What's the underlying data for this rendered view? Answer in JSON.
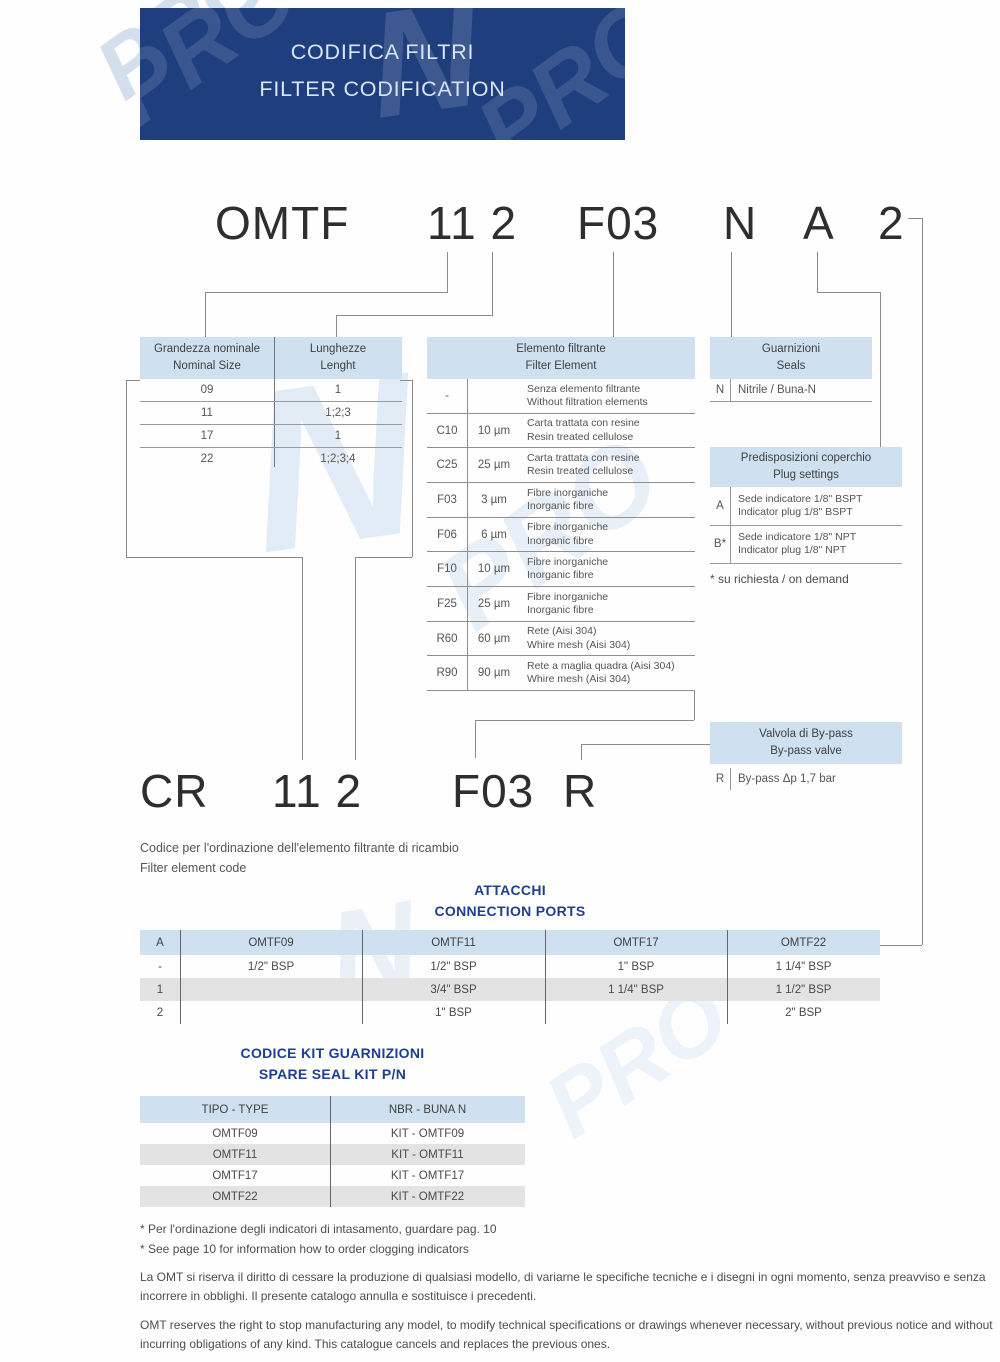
{
  "colors": {
    "navy": "#1e3e7e",
    "table_header_blue": "#cfe1f0",
    "row_gray": "#e3e3e3",
    "accent_blue": "#1d3f8f",
    "line_gray": "#8a8a8a"
  },
  "watermark": {
    "piece1": "PRO",
    "piece2": "N",
    "piece3": "PRO",
    "piece4": "N",
    "piece5": "PRO"
  },
  "banner": {
    "title_it": "CODIFICA FILTRI",
    "title_en": "FILTER CODIFICATION"
  },
  "top_code": {
    "parts": [
      "OMTF",
      "11 2",
      "F03",
      "N",
      "A",
      "2"
    ]
  },
  "size_table": {
    "col1_header_it": "Grandezza nominale",
    "col1_header_en": "Nominal Size",
    "col2_header_it": "Lunghezze",
    "col2_header_en": "Lenght",
    "rows": [
      {
        "size": "09",
        "length": "1"
      },
      {
        "size": "11",
        "length": "1;2;3"
      },
      {
        "size": "17",
        "length": "1"
      },
      {
        "size": "22",
        "length": "1;2;3;4"
      }
    ]
  },
  "element_table": {
    "header_it": "Elemento filtrante",
    "header_en": "Filter Element",
    "rows": [
      {
        "code": "-",
        "micron": "",
        "it": "Senza elemento filtrante",
        "en": "Without filtration elements"
      },
      {
        "code": "C10",
        "micron": "10 µm",
        "it": "Carta trattata con resine",
        "en": "Resin treated cellulose"
      },
      {
        "code": "C25",
        "micron": "25 µm",
        "it": "Carta trattata con resine",
        "en": "Resin treated cellulose"
      },
      {
        "code": "F03",
        "micron": "3 µm",
        "it": "Fibre inorganiche",
        "en": "Inorganic fibre"
      },
      {
        "code": "F06",
        "micron": "6 µm",
        "it": "Fibre inorganiche",
        "en": "Inorganic fibre"
      },
      {
        "code": "F10",
        "micron": "10 µm",
        "it": "Fibre inorganiche",
        "en": "Inorganic fibre"
      },
      {
        "code": "F25",
        "micron": "25 µm",
        "it": "Fibre inorganiche",
        "en": "Inorganic fibre"
      },
      {
        "code": "R60",
        "micron": "60 µm",
        "it": "Rete (Aisi 304)",
        "en": "Whire mesh (Aisi 304)"
      },
      {
        "code": "R90",
        "micron": "90 µm",
        "it": "Rete a maglia quadra (Aisi 304)",
        "en": "Whire mesh (Aisi 304)"
      }
    ]
  },
  "seals_table": {
    "header_it": "Guarnizioni",
    "header_en": "Seals",
    "row": {
      "code": "N",
      "desc": "Nitrile / Buna-N"
    }
  },
  "plug_table": {
    "header_it": "Predisposizioni coperchio",
    "header_en": "Plug settings",
    "rows": [
      {
        "code": "A",
        "it": "Sede indicatore 1/8\" BSPT",
        "en": "Indicator plug 1/8\" BSPT"
      },
      {
        "code": "B*",
        "it": "Sede indicatore 1/8\" NPT",
        "en": "Indicator plug 1/8\" NPT"
      }
    ],
    "note": "* su richiesta / on demand"
  },
  "bypass_table": {
    "header_it": "Valvola di By-pass",
    "header_en": "By-pass valve",
    "row": {
      "code": "R",
      "desc": "By-pass Δp 1,7 bar"
    }
  },
  "spare_code": {
    "parts": [
      "CR",
      "11 2",
      "F03",
      "R"
    ],
    "caption_it": "Codice per l'ordinazione dell'elemento filtrante di ricambio",
    "caption_en": "Filter element code"
  },
  "ports": {
    "title_it": "ATTACCHI",
    "title_en": "CONNECTION PORTS",
    "headers": [
      "A",
      "OMTF09",
      "OMTF11",
      "OMTF17",
      "OMTF22"
    ],
    "rows": [
      {
        "label": "-",
        "values": [
          "1/2\" BSP",
          "1/2\" BSP",
          "1\" BSP",
          "1 1/4\" BSP"
        ]
      },
      {
        "label": "1",
        "values": [
          "",
          "3/4\" BSP",
          "1 1/4\" BSP",
          "1 1/2\" BSP"
        ]
      },
      {
        "label": "2",
        "values": [
          "",
          "1\" BSP",
          "",
          "2\" BSP"
        ]
      }
    ]
  },
  "seal_kit": {
    "title_it": "CODICE KIT GUARNIZIONI",
    "title_en": "SPARE SEAL KIT P/N",
    "headers": [
      "TIPO - TYPE",
      "NBR - BUNA N"
    ],
    "rows": [
      {
        "type": "OMTF09",
        "kit": "KIT - OMTF09"
      },
      {
        "type": "OMTF11",
        "kit": "KIT - OMTF11"
      },
      {
        "type": "OMTF17",
        "kit": "KIT - OMTF17"
      },
      {
        "type": "OMTF22",
        "kit": "KIT - OMTF22"
      }
    ]
  },
  "footnotes": {
    "it": "* Per l'ordinazione degli indicatori di intasamento, guardare pag. 10",
    "en": "* See page 10 for information how to order clogging indicators"
  },
  "disclaimer": {
    "it": "La OMT si riserva il diritto di cessare la produzione di qualsiasi modello, di variarne le specifiche tecniche e i disegni in ogni momento, senza preavviso e senza incorrere in obblighi. Il presente catalogo annulla e sostituisce i precedenti.",
    "en": "OMT reserves the right to stop manufacturing any model, to modify technical specifications or drawings whenever necessary, without previous notice and without incurring obligations of any kind. This catalogue cancels and replaces the previous ones."
  }
}
